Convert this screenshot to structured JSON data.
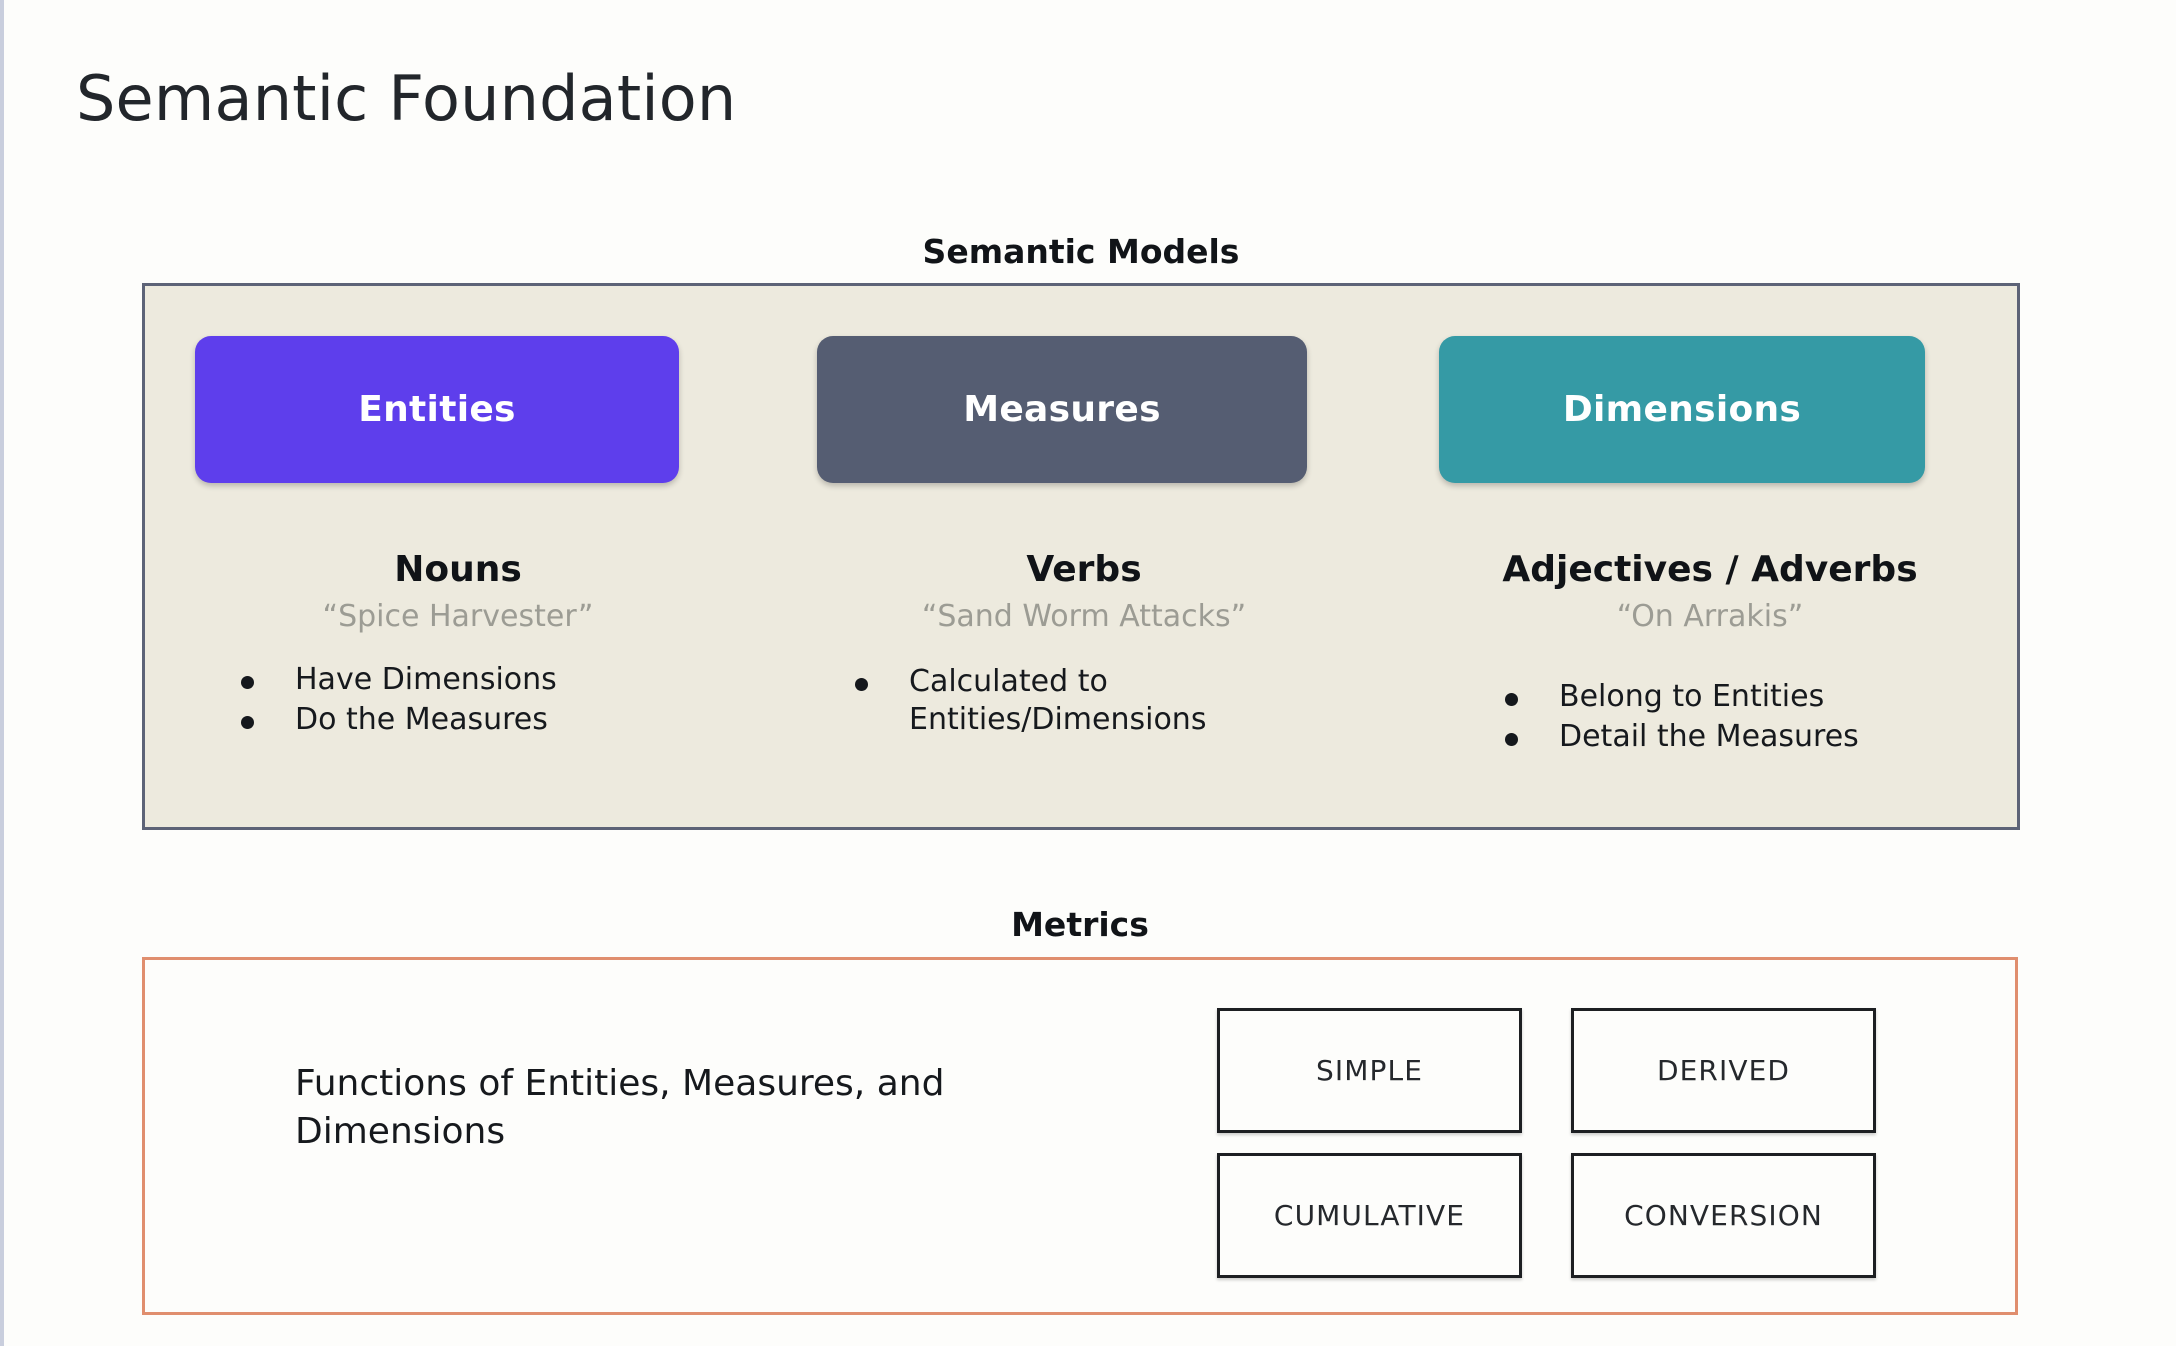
{
  "slide": {
    "title": "Semantic Foundation",
    "background_color": "#fdfdfb"
  },
  "semantic_models": {
    "caption": "Semantic Models",
    "panel_background": "#edeade",
    "panel_border_color": "#5d6377",
    "columns": [
      {
        "pill_label": "Entities",
        "pill_color": "#5e3eec",
        "part_of_speech": "Nouns",
        "example": "“Spice Harvester”",
        "bullets": [
          "Have Dimensions",
          "Do the Measures"
        ]
      },
      {
        "pill_label": "Measures",
        "pill_color": "#555d72",
        "part_of_speech": "Verbs",
        "example": "“Sand Worm Attacks”",
        "bullets": [
          "Calculated to\nEntities/Dimensions"
        ]
      },
      {
        "pill_label": "Dimensions",
        "pill_color": "#359aa5",
        "part_of_speech": "Adjectives / Adverbs",
        "example": "“On Arrakis”",
        "bullets": [
          "Belong to Entities",
          "Detail the Measures"
        ]
      }
    ]
  },
  "metrics": {
    "caption": "Metrics",
    "panel_border_color": "#e08e6e",
    "description": "Functions of Entities, Measures, and Dimensions",
    "types": [
      "SIMPLE",
      "DERIVED",
      "CUMULATIVE",
      "CONVERSION"
    ]
  }
}
